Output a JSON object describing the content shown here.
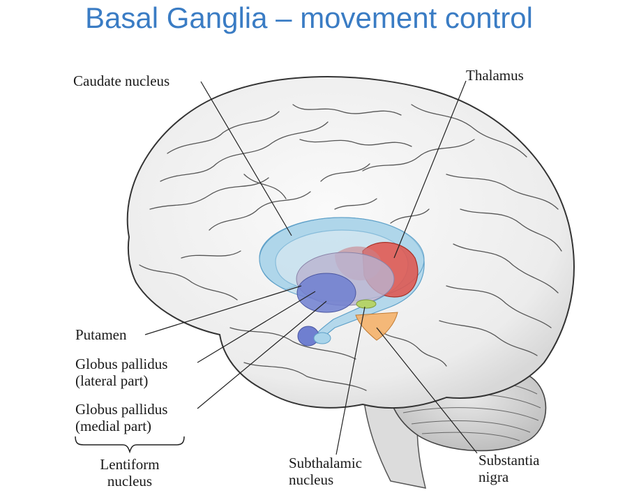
{
  "title": "Basal Ganglia – movement control",
  "labels": {
    "caudate": "Caudate nucleus",
    "thalamus": "Thalamus",
    "putamen": "Putamen",
    "gp_lateral_1": "Globus pallidus",
    "gp_lateral_2": "(lateral part)",
    "gp_medial_1": "Globus pallidus",
    "gp_medial_2": "(medial part)",
    "lentiform_1": "Lentiform",
    "lentiform_2": "nucleus",
    "subthalamic_1": "Subthalamic",
    "subthalamic_2": "nucleus",
    "substantia_1": "Substantia",
    "substantia_2": "nigra"
  },
  "colors": {
    "title": "#3a7cc4",
    "caudate": "#a9d4ea",
    "thalamus": "#e0524a",
    "putamen": "#b9b3cf",
    "globus_pallidus": "#6f7fd0",
    "subthalamic": "#b5d36a",
    "substantia_nigra": "#f4b16a"
  }
}
